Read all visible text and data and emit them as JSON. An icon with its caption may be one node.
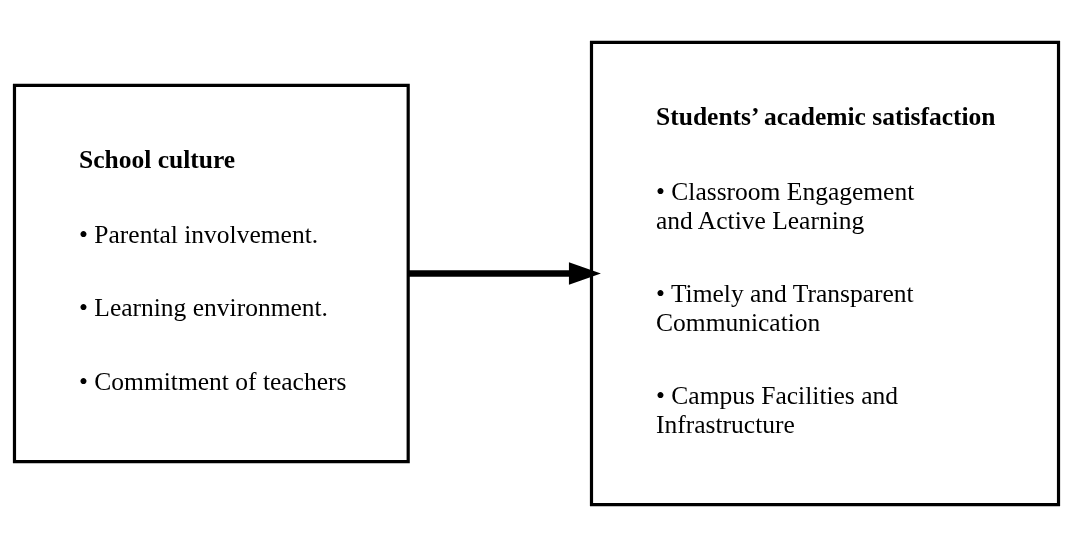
{
  "diagram": {
    "nodes": [
      {
        "text": [
          "School culture",
          "• Parental involvement.",
          "• Learning environment.",
          "• Commitment of teachers"
        ]
      },
      {
        "text": [
          "Students’ academic satisfaction",
          "• Classroom Engagement and Active Learning",
          "• Timely and Transparent Communication",
          "• Campus Facilities and Infrastructure"
        ]
      }
    ],
    "edges": [
      {
        "from": 0,
        "to": 1,
        "arrow": "to"
      }
    ]
  }
}
